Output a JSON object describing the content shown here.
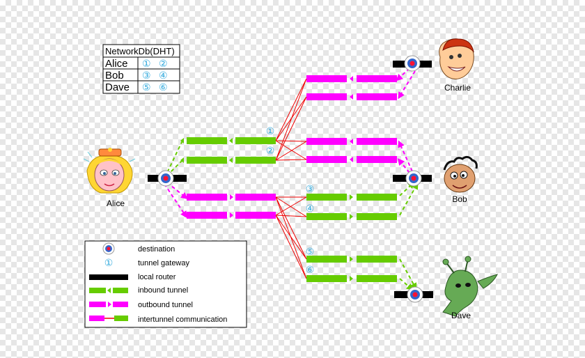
{
  "colors": {
    "inbound": "#66cc00",
    "outbound": "#ff00ff",
    "router": "#000000",
    "gateway": "#33aadd",
    "destination_ring": "#3366cc",
    "destination_core": "#ff1133",
    "background": "#ffffff"
  },
  "netdb": {
    "title": "NetworkDb(DHT)",
    "rows": [
      {
        "name": "Alice",
        "ids": [
          "①",
          "②"
        ]
      },
      {
        "name": "Bob",
        "ids": [
          "③",
          "④"
        ]
      },
      {
        "name": "Dave",
        "ids": [
          "⑤",
          "⑥"
        ]
      }
    ]
  },
  "people": {
    "alice": "Alice",
    "bob": "Bob",
    "charlie": "Charlie",
    "dave": "Dave"
  },
  "gateway_labels": [
    "①",
    "②",
    "③",
    "④",
    "⑤",
    "⑥"
  ],
  "legend": {
    "destination": "destination",
    "gateway_symbol": "①",
    "tunnel_gateway": "tunnel gateway",
    "local_router": "local router",
    "inbound_tunnel": "inbound tunnel",
    "outbound_tunnel": "outbound tunnel",
    "intertunnel": "intertunnel communication"
  }
}
